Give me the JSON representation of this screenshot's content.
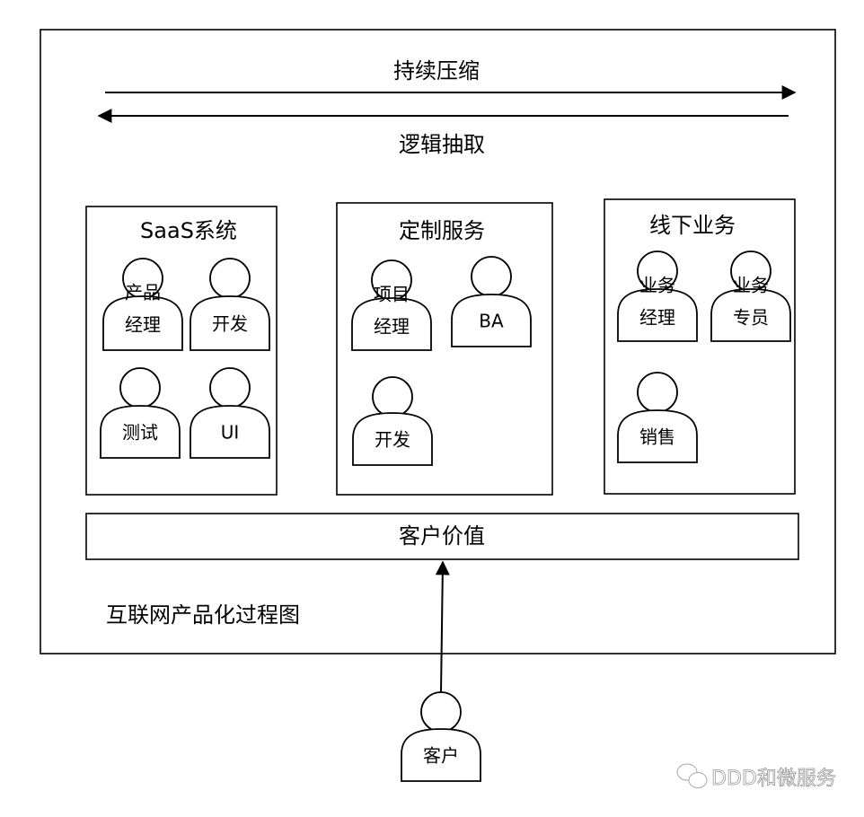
{
  "diagram": {
    "caption": "互联网产品化过程图",
    "top_arrow_label": "持续压缩",
    "bottom_arrow_label": "逻辑抽取",
    "customer_value": "客户价值",
    "customer": "客户",
    "groups": [
      {
        "title": "SaaS系统",
        "members": [
          [
            "产品",
            "经理"
          ],
          [
            "开发"
          ],
          [
            "测试"
          ],
          [
            "UI"
          ]
        ]
      },
      {
        "title": "定制服务",
        "members": [
          [
            "项目",
            "经理"
          ],
          [
            "BA"
          ],
          [
            "开发"
          ]
        ]
      },
      {
        "title": "线下业务",
        "members": [
          [
            "业务",
            "经理"
          ],
          [
            "业务",
            "专员"
          ],
          [
            "销售"
          ]
        ]
      }
    ]
  },
  "watermark": {
    "text": "DDD和微服务",
    "icon": "wechat-icon"
  }
}
